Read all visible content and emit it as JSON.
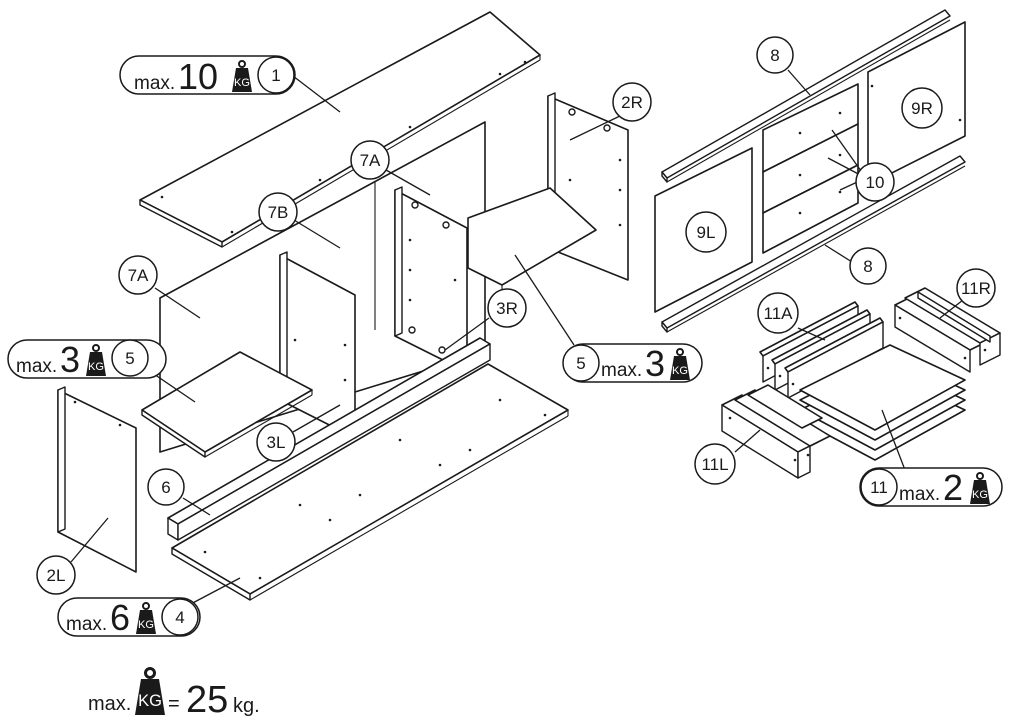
{
  "parts": {
    "p1": "1",
    "p2R": "2R",
    "p2L": "2L",
    "p3R": "3R",
    "p3L": "3L",
    "p4": "4",
    "p5_left": "5",
    "p5_right": "5",
    "p6": "6",
    "p7A_top": "7A",
    "p7A_left": "7A",
    "p7B": "7B",
    "p8_top": "8",
    "p8_bottom": "8",
    "p9L": "9L",
    "p9R": "9R",
    "p10": "10",
    "p11": "11",
    "p11A": "11A",
    "p11L": "11L",
    "p11R": "11R"
  },
  "weights": {
    "prefix": "max.",
    "icon_text": "KG",
    "w1": "10",
    "w5_left": "3",
    "w5_right": "3",
    "w4": "6",
    "w11": "2"
  },
  "legend": {
    "prefix": "max.",
    "equals": "=",
    "value": "25",
    "unit": "kg."
  }
}
